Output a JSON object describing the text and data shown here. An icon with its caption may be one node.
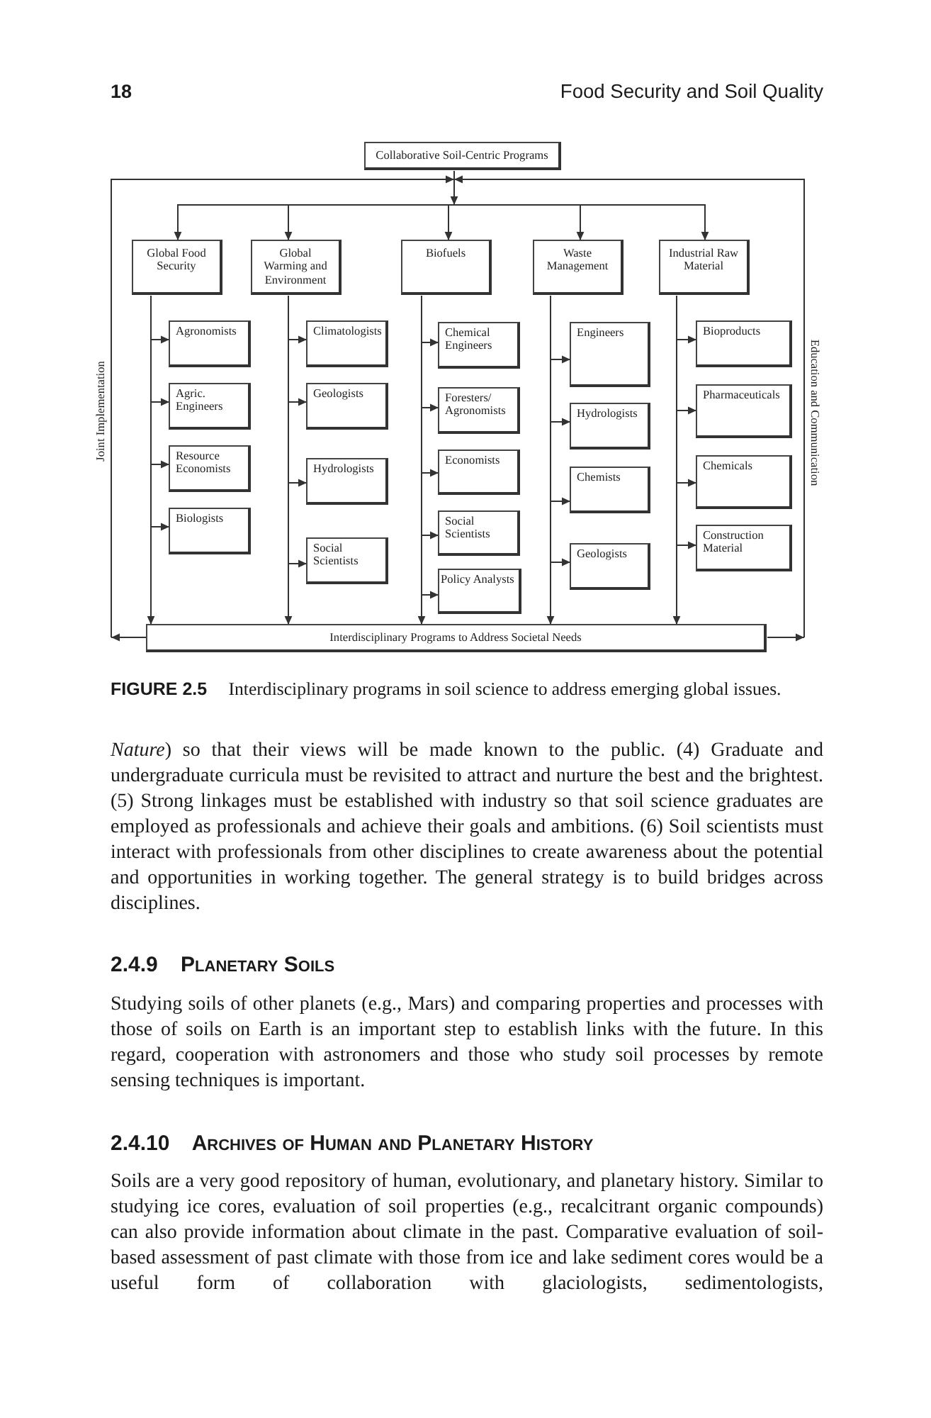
{
  "diagram": {
    "caption": "**FIGURE 2.5** Interdisciplinary programs in soil science to address emerging global issues.",
    "nodes": [
      {
        "text": [
          "Collaborative Soil-Centric Programs"
        ]
      },
      {
        "text": [
          "Global Food Security"
        ]
      },
      {
        "text": [
          "Global Warming and Environment"
        ]
      },
      {
        "text": [
          "Biofuels"
        ]
      },
      {
        "text": [
          "Waste Management"
        ]
      },
      {
        "text": [
          "Industrial Raw Material"
        ]
      },
      {
        "text": [
          "Agronomists"
        ]
      },
      {
        "text": [
          "Agric. Engineers"
        ]
      },
      {
        "text": [
          "Resource Economists"
        ]
      },
      {
        "text": [
          "Biologists"
        ]
      },
      {
        "text": [
          "Climatologists"
        ]
      },
      {
        "text": [
          "Geologists"
        ]
      },
      {
        "text": [
          "Hydrologists"
        ]
      },
      {
        "text": [
          "Social Scientists"
        ]
      },
      {
        "text": [
          "Chemical Engineers"
        ]
      },
      {
        "text": [
          "Foresters/ Agronomists"
        ]
      },
      {
        "text": [
          "Economists"
        ]
      },
      {
        "text": [
          "Social Scientists"
        ]
      },
      {
        "text": [
          "Policy Analysts"
        ]
      },
      {
        "text": [
          "Engineers"
        ]
      },
      {
        "text": [
          "Hydrologists"
        ]
      },
      {
        "text": [
          "Chemists"
        ]
      },
      {
        "text": [
          "Geologists"
        ]
      },
      {
        "text": [
          "Bioproducts"
        ]
      },
      {
        "text": [
          "Pharmaceuticals"
        ]
      },
      {
        "text": [
          "Chemicals"
        ]
      },
      {
        "text": [
          "Construction Material"
        ]
      },
      {
        "text": [
          "Interdisciplinary Programs to Address Societal Needs"
        ]
      }
    ],
    "edges": [
      {
        "from": 0,
        "to": 1,
        "arrow": "to"
      },
      {
        "from": 0,
        "to": 2,
        "arrow": "to"
      },
      {
        "from": 0,
        "to": 3,
        "arrow": "to"
      },
      {
        "from": 0,
        "to": 4,
        "arrow": "to"
      },
      {
        "from": 0,
        "to": 5,
        "arrow": "to"
      },
      {
        "from": 27,
        "to": 1,
        "arrow": "to",
        "label": "Joint Implementation"
      },
      {
        "from": 27,
        "to": 2,
        "arrow": "to"
      },
      {
        "from": 27,
        "to": 3,
        "arrow": "to"
      },
      {
        "from": 27,
        "to": 4,
        "arrow": "to"
      },
      {
        "from": 27,
        "to": 5,
        "arrow": "to"
      },
      {
        "from": 27,
        "to": 1,
        "arrow": "to",
        "label": "Education and Communication"
      },
      {
        "from": 27,
        "to": 2,
        "arrow": "to"
      },
      {
        "from": 27,
        "to": 3,
        "arrow": "to"
      },
      {
        "from": 27,
        "to": 4,
        "arrow": "to"
      },
      {
        "from": 27,
        "to": 5,
        "arrow": "to"
      },
      {
        "from": 1,
        "to": 6,
        "arrow": "to"
      },
      {
        "from": 1,
        "to": 7,
        "arrow": "to"
      },
      {
        "from": 1,
        "to": 8,
        "arrow": "to"
      },
      {
        "from": 1,
        "to": 9,
        "arrow": "to"
      },
      {
        "from": 1,
        "to": 27,
        "arrow": "to"
      },
      {
        "from": 2,
        "to": 10,
        "arrow": "to"
      },
      {
        "from": 2,
        "to": 11,
        "arrow": "to"
      },
      {
        "from": 2,
        "to": 12,
        "arrow": "to"
      },
      {
        "from": 2,
        "to": 13,
        "arrow": "to"
      },
      {
        "from": 2,
        "to": 27,
        "arrow": "to"
      },
      {
        "from": 3,
        "to": 14,
        "arrow": "to"
      },
      {
        "from": 3,
        "to": 15,
        "arrow": "to"
      },
      {
        "from": 3,
        "to": 16,
        "arrow": "to"
      },
      {
        "from": 3,
        "to": 17,
        "arrow": "to"
      },
      {
        "from": 3,
        "to": 18,
        "arrow": "to"
      },
      {
        "from": 3,
        "to": 27,
        "arrow": "to"
      },
      {
        "from": 4,
        "to": 19,
        "arrow": "to"
      },
      {
        "from": 4,
        "to": 20,
        "arrow": "to"
      },
      {
        "from": 4,
        "to": 21,
        "arrow": "to"
      },
      {
        "from": 4,
        "to": 22,
        "arrow": "to"
      },
      {
        "from": 4,
        "to": 27,
        "arrow": "to"
      },
      {
        "from": 5,
        "to": 23,
        "arrow": "to"
      },
      {
        "from": 5,
        "to": 24,
        "arrow": "to"
      },
      {
        "from": 5,
        "to": 25,
        "arrow": "to"
      },
      {
        "from": 5,
        "to": 26,
        "arrow": "to"
      },
      {
        "from": 5,
        "to": 27,
        "arrow": "to"
      }
    ],
    "labels": [
      "18",
      "Food Security and Soil Quality",
      "*Nature*) so that their views will be made known to the public. (4) Graduate and undergraduate curricula must be revisited to attract and nurture the best and the brightest. (5) Strong linkages must be established with industry so that soil science graduates are employed as professionals and achieve their goals and ambitions. (6) Soil scientists must interact with professionals from other disciplines to create awareness about the potential and opportunities in working together. The general strategy is to build bridges across disciplines.",
      "2.4.9 Planetary Soils",
      "Studying soils of other planets (e.g., Mars) and comparing properties and processes with those of soils on Earth is an important step to establish links with the future. In this regard, cooperation with astronomers and those who study soil processes by remote sensing techniques is important.",
      "2.4.10 Archives of Human and Planetary History",
      "Soils are a very good repository of human, evolutionary, and planetary history. Similar to studying ice cores, evaluation of soil properties (e.g., recalcitrant organic compounds) can also provide information about climate in the past. Comparative evaluation of soil-based assessment of past climate with those from ice and lake sediment cores would be a useful form of collaboration with glaciologists, sedimentologists,"
    ]
  }
}
